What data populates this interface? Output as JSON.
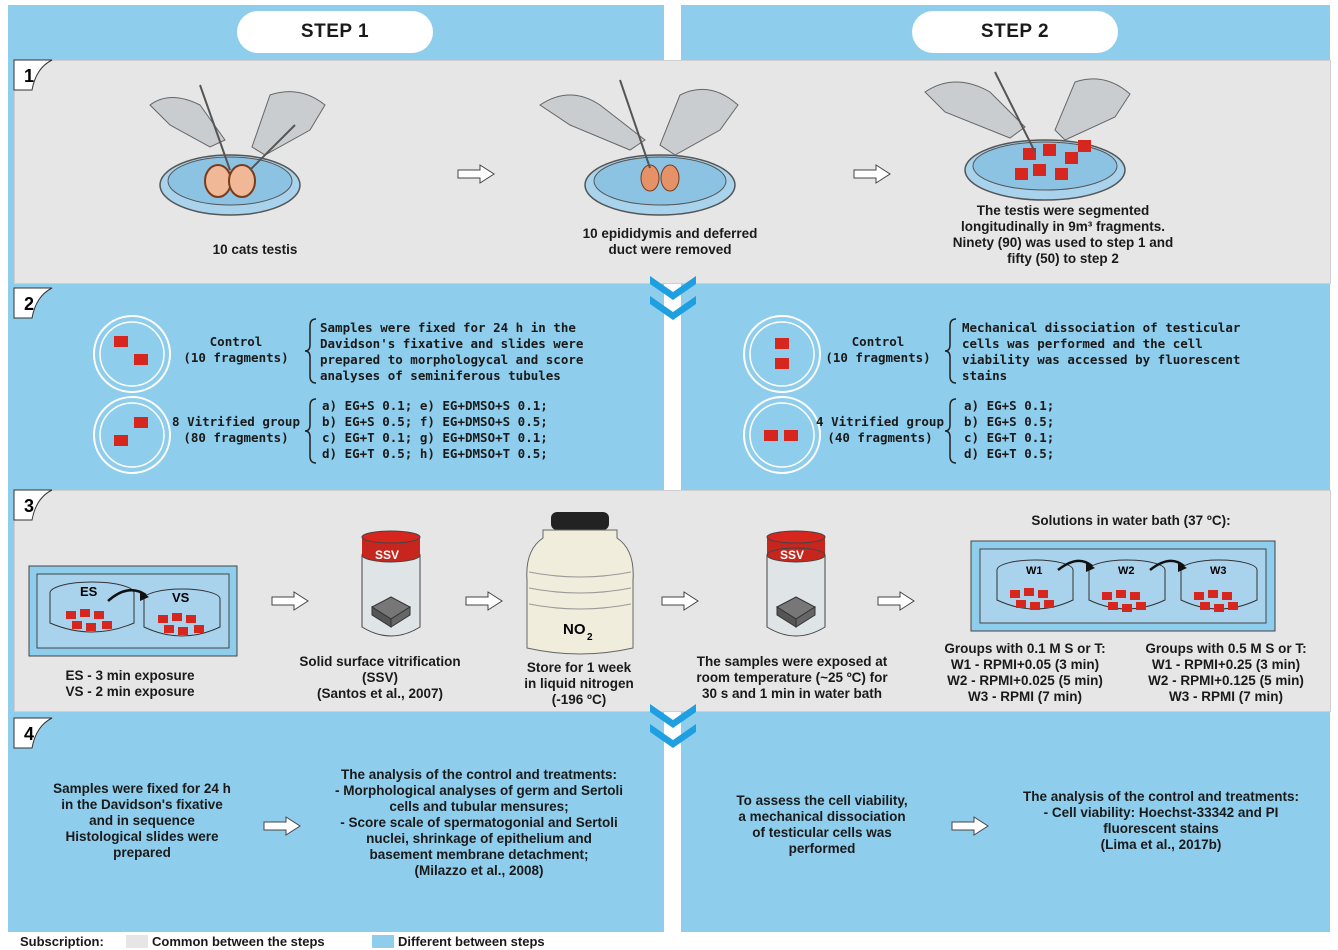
{
  "header": {
    "step1": "STEP 1",
    "step2": "STEP 2"
  },
  "row_numbers": [
    "1",
    "2",
    "3",
    "4"
  ],
  "row1": {
    "img1_caption": "10 cats testis",
    "img2_caption": [
      "10 epididymis and deferred",
      "duct were removed"
    ],
    "img3_caption": [
      "The testis were segmented",
      "longitudinally in 9m³ fragments.",
      "Ninety (90) was used to step 1 and",
      "fifty (50) to step 2"
    ]
  },
  "row2": {
    "left": {
      "control_label": [
        "Control",
        "(10 fragments)"
      ],
      "control_desc": [
        "Samples were fixed for 24 h in the",
        "Davidson's fixative and slides were",
        "prepared to morphologycal and score",
        "analyses of seminiferous tubules"
      ],
      "vitrified_label": [
        "8 Vitrified group",
        "(80 fragments)"
      ],
      "vitrified_groups": [
        "a) EG+S 0.1; e) EG+DMSO+S 0.1;",
        "b) EG+S 0.5; f) EG+DMSO+S 0.5;",
        "c) EG+T 0.1; g) EG+DMSO+T 0.1;",
        "d) EG+T 0.5; h) EG+DMSO+T 0.5;"
      ]
    },
    "right": {
      "control_label": [
        "Control",
        "(10 fragments)"
      ],
      "control_desc": [
        "Mechanical dissociation of testicular",
        "cells was performed and the cell",
        "viability was accessed by fluorescent",
        "stains"
      ],
      "vitrified_label": [
        "4 Vitrified group",
        "(40 fragments)"
      ],
      "vitrified_groups": [
        "a) EG+S 0.1;",
        "b) EG+S 0.5;",
        "c) EG+T 0.1;",
        "d) EG+T 0.5;"
      ]
    }
  },
  "row3": {
    "es_label": "ES",
    "vs_label": "VS",
    "exposure": [
      "ES - 3 min exposure",
      "VS - 2 min exposure"
    ],
    "ssv_label": "SSV",
    "ssv_caption": [
      "Solid surface vitrification",
      "(SSV)",
      "(Santos et al., 2007)"
    ],
    "tank_label": "NO",
    "tank_label_sub": "2",
    "tank_caption": [
      "Store for 1 week",
      "in liquid nitrogen",
      "(-196 ºC)"
    ],
    "ssv2_label": "SSV",
    "rt_caption": [
      "The samples were exposed at",
      "room temperature (~25 ºC) for",
      "30 s and 1 min in water bath"
    ],
    "water_title": "Solutions in water bath (37 ºC):",
    "w_labels": [
      "W1",
      "W2",
      "W3"
    ],
    "groups01": [
      "Groups with 0.1 M S or T:",
      "W1 - RPMI+0.05 (3 min)",
      "W2 - RPMI+0.025 (5 min)",
      "W3 - RPMI (7 min)"
    ],
    "groups05": [
      "Groups with 0.5 M S or T:",
      "W1 - RPMI+0.25 (3 min)",
      "W2 - RPMI+0.125 (5 min)",
      "W3 - RPMI (7 min)"
    ]
  },
  "row4": {
    "left_a": [
      "Samples were fixed for 24 h",
      "in the Davidson's fixative",
      "and in sequence",
      "Histological slides were",
      "prepared"
    ],
    "left_b": [
      "The analysis of the control and treatments:",
      "- Morphological analyses of germ and Sertoli",
      "cells and tubular mensures;",
      "- Score scale of spermatogonial and Sertoli",
      "nuclei, shrinkage of epithelium and",
      "basement membrane detachment;",
      "(Milazzo et al., 2008)"
    ],
    "right_a": [
      "To assess the cell viability,",
      "a mechanical dissociation",
      "of testicular cells was",
      "performed"
    ],
    "right_b": [
      "The analysis of the control and treatments:",
      "- Cell viability: Hoechst-33342 and PI",
      "fluorescent stains",
      "(Lima et al., 2017b)"
    ]
  },
  "legend": {
    "prefix": "Subscription:",
    "common": "Common between the steps",
    "different": "Different between steps"
  },
  "colors": {
    "blue": "#8fcdec",
    "gray": "#e6e6e6",
    "fragment": "#d7261e",
    "dish": "#8cc3e2",
    "chevron": "#1e9fe0"
  }
}
